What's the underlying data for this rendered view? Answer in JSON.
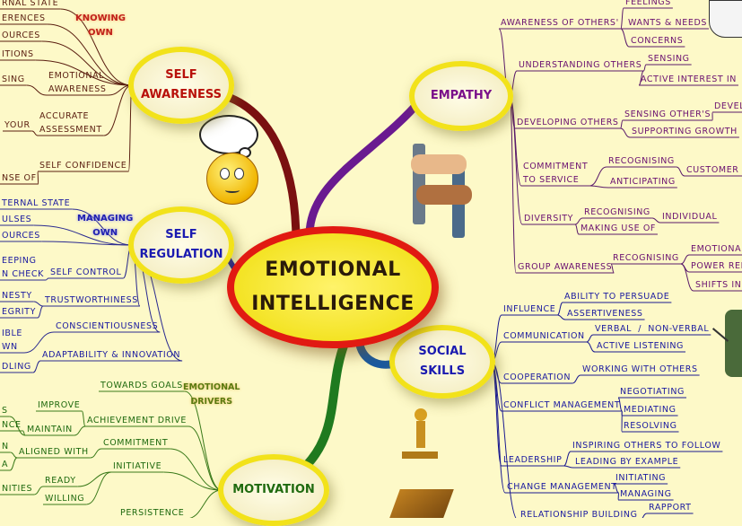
{
  "center": {
    "line1": "EMOTIONAL",
    "line2": "INTELLIGENCE"
  },
  "colors": {
    "self_awareness": "#8b1a10",
    "self_regulation": "#1a1aa0",
    "motivation": "#1f6a0f",
    "empathy": "#6a1070",
    "social_skills": "#1a1aa0",
    "center_border": "#e11a12",
    "hub_ring": "#f2e21a",
    "background": "#fdf9c8"
  },
  "branches": {
    "self_awareness": {
      "title": "SELF\nAWARENESS",
      "tag": "KNOWING\nOWN",
      "items": [
        "RNAL STATE",
        "ERENCES",
        "OURCES",
        "ITIONS",
        "SING",
        "EMOTIONAL\nAWARENESS",
        "YOUR",
        "ACCURATE\nASSESSMENT",
        "SELF CONFIDENCE",
        "NSE OF"
      ]
    },
    "self_regulation": {
      "title": "SELF\nREGULATION",
      "tag": "MANAGING\nOWN",
      "items": [
        "TERNAL STATE",
        "ULSES",
        "OURCES",
        "EEPING\nN CHECK",
        "SELF CONTROL",
        "NESTY",
        "EGRITY",
        "TRUSTWORTHINESS",
        "CONSCIENTIOUSNESS",
        "IBLE\nWN",
        "ADAPTABILITY & INNOVATION",
        "DLING"
      ]
    },
    "motivation": {
      "title": "MOTIVATION",
      "tag": "EMOTIONAL\nDRIVERS",
      "items": [
        "TOWARDS GOALS",
        "ACHIEVEMENT DRIVE",
        "IMPROVE",
        "MAINTAIN",
        "S",
        "NCE",
        "COMMITMENT",
        "ALIGNED WITH",
        "N",
        "A",
        "INITIATIVE",
        "READY",
        "WILLING",
        "NITIES",
        "PERSISTENCE"
      ]
    },
    "empathy": {
      "title": "EMPATHY",
      "items": [
        "AWARENESS OF OTHERS'",
        "FEELINGS",
        "WANTS & NEEDS",
        "CONCERNS",
        "UNDERSTANDING OTHERS",
        "SENSING",
        "ACTIVE INTEREST IN",
        "DEVELOPING OTHERS",
        "SENSING OTHER'S",
        "DEVELO",
        "SUPPORTING GROWTH",
        "COMMITMENT\nTO SERVICE",
        "RECOGNISING",
        "ANTICIPATING",
        "CUSTOMER N",
        "DIVERSITY",
        "RECOGNISING",
        "MAKING USE OF",
        "INDIVIDUAL",
        "GROUP AWARENESS",
        "RECOGNISING",
        "EMOTIONAL",
        "POWER RELA",
        "SHIFTS IN"
      ]
    },
    "social_skills": {
      "title": "SOCIAL\nSKILLS",
      "items": [
        "INFLUENCE",
        "ABILITY TO PERSUADE",
        "ASSERTIVENESS",
        "COMMUNICATION",
        "VERBAL  /  NON-VERBAL",
        "ACTIVE LISTENING",
        "COOPERATION",
        "WORKING WITH OTHERS",
        "CONFLICT MANAGEMENT",
        "NEGOTIATING",
        "MEDIATING",
        "RESOLVING",
        "LEADERSHIP",
        "INSPIRING OTHERS TO FOLLOW",
        "LEADING BY EXAMPLE",
        "CHANGE MANAGEMENT",
        "INITIATING",
        "MANAGING",
        "RELATIONSHIP BUILDING",
        "RAPPORT"
      ]
    }
  }
}
